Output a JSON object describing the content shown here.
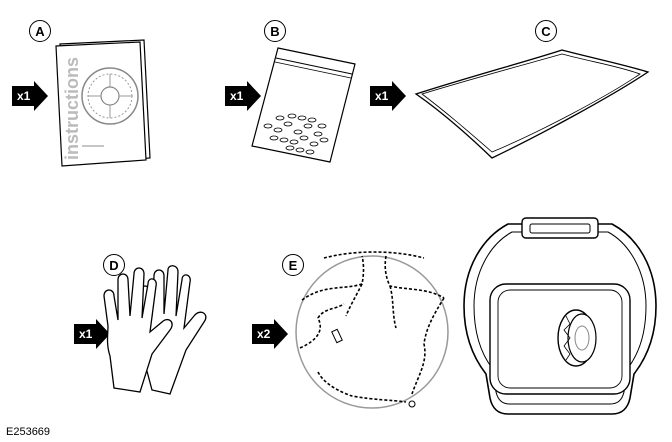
{
  "items": [
    {
      "letter": "A",
      "qty": "x1",
      "icon": "instruction-booklet"
    },
    {
      "letter": "B",
      "qty": "x1",
      "icon": "bag-of-fasteners"
    },
    {
      "letter": "C",
      "qty": "x1",
      "icon": "mat"
    },
    {
      "letter": "D",
      "qty": "x1",
      "icon": "gloves"
    },
    {
      "letter": "E",
      "qty": "x2",
      "icon": "snow-chains"
    }
  ],
  "booklet_text": "instructions",
  "reference": "E253669"
}
